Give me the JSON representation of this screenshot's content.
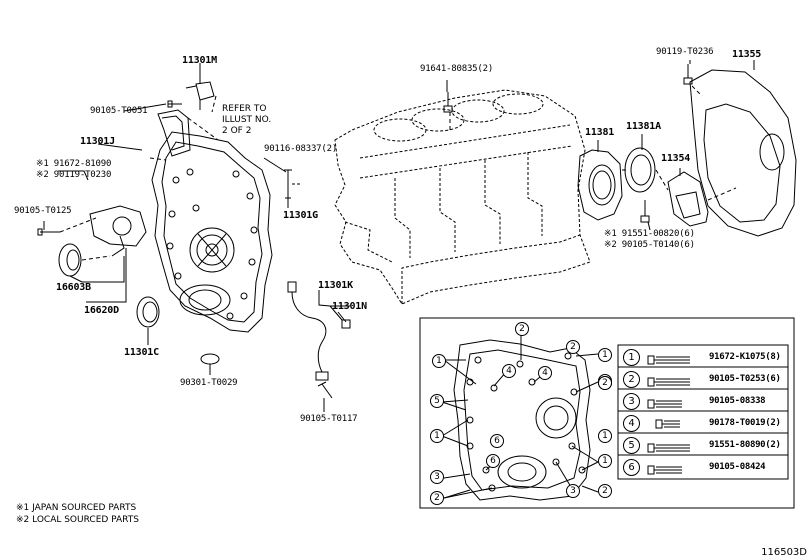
{
  "parts": {
    "p11301M": "11301M",
    "p90105_T0051": "90105-T0051",
    "p11301J": "11301J",
    "p91672_81090": "※1 91672-81090",
    "p90119_T0230": "※2 90119-T0230",
    "p90105_T0125": "90105-T0125",
    "p16603B": "16603B",
    "p16620D": "16620D",
    "p11301C": "11301C",
    "p90301_T0029": "90301-T0029",
    "p90116_08337": "90116-08337(2)",
    "p11301G": "11301G",
    "p11301K": "11301K",
    "p11301N": "11301N",
    "p90105_T0117": "90105-T0117",
    "p91641_80835": "91641-80835(2)",
    "p11381": "11381",
    "p11381A": "11381A",
    "p11354": "11354",
    "p90119_T0236": "90119-T0236",
    "p11355": "11355",
    "p91551_00820": "※1 91551-00820(6)",
    "p90105_T0140": "※2 90105-T0140(6)"
  },
  "refer": {
    "line1": "REFER TO",
    "line2": "ILLUST NO.",
    "line3": "2 OF 2"
  },
  "legend": [
    {
      "num": "1",
      "part": "91672-K1075(8)"
    },
    {
      "num": "2",
      "part": "90105-T0253(6)"
    },
    {
      "num": "3",
      "part": "90105-08338"
    },
    {
      "num": "4",
      "part": "90178-T0019(2)"
    },
    {
      "num": "5",
      "part": "91551-80890(2)"
    },
    {
      "num": "6",
      "part": "90105-08424"
    }
  ],
  "callouts": [
    "2",
    "1",
    "1",
    "2",
    "1",
    "4",
    "4",
    "2",
    "5",
    "1",
    "6",
    "6",
    "2",
    "1",
    "1",
    "3",
    "3",
    "2",
    "2"
  ],
  "notes": {
    "n1": "※1 JAPAN SOURCED PARTS",
    "n2": "※2 LOCAL SOURCED PARTS"
  },
  "figure_id": "116503D"
}
